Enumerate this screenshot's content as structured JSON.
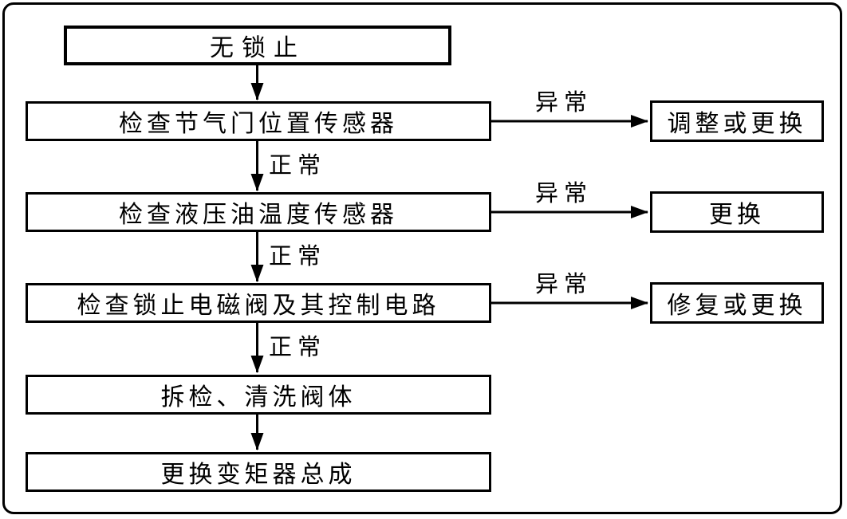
{
  "flowchart": {
    "start": {
      "label": "无锁止"
    },
    "steps": [
      {
        "check": "检查节气门位置传感器",
        "abnormal": "异常",
        "abnormal_action": "调整或更换",
        "normal": "正常"
      },
      {
        "check": "检查液压油温度传感器",
        "abnormal": "异常",
        "abnormal_action": "更换",
        "normal": "正常"
      },
      {
        "check": "检查锁止电磁阀及其控制电路",
        "abnormal": "异常",
        "abnormal_action": "修复或更换",
        "normal": "正常"
      },
      {
        "check": "拆检、清洗阀体"
      },
      {
        "check": "更换变矩器总成"
      }
    ],
    "colors": {
      "line": "#000000",
      "background": "#ffffff"
    }
  }
}
